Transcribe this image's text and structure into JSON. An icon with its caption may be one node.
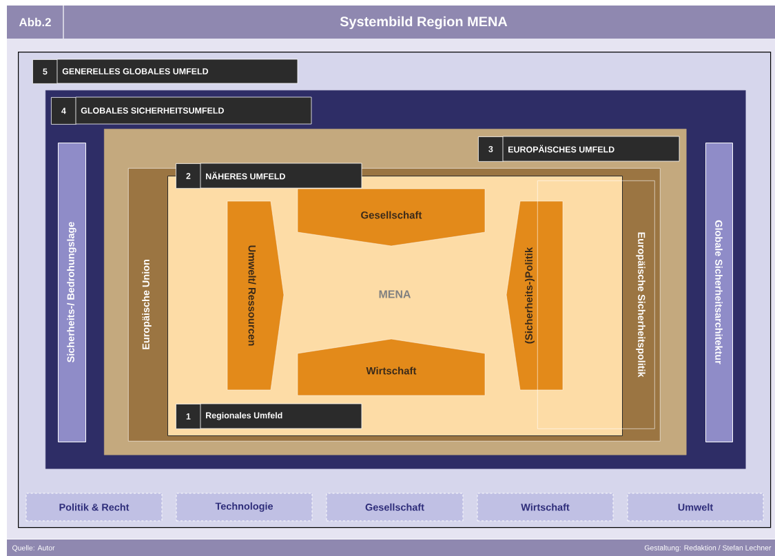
{
  "diagram": {
    "title": "Systembild Region MENA",
    "nodes": [
      {
        "text": [
          "5",
          "GENERELLES GLOBALES UMFELD"
        ]
      },
      {
        "text": [
          "4",
          "GLOBALES SICHERHEITSUMFELD"
        ],
        "in": 0
      },
      {
        "text": [
          "Sicherheits-/ Bedrohungslage"
        ],
        "in": 1
      },
      {
        "text": [
          "3",
          "EUROPÄISCHES UMFELD"
        ],
        "in": 1
      },
      {
        "text": [
          "Europäische Union"
        ],
        "in": 3
      },
      {
        "text": [
          "2",
          "NÄHERES UMFELD",
          "1",
          "Regionales Umfeld"
        ],
        "in": 4
      },
      {
        "text": [
          "Gesellschaft"
        ],
        "in": 5
      },
      {
        "text": [
          "Umwelt/ Ressourcen"
        ],
        "in": 5
      },
      {
        "text": [
          "(Sicherheits-)Politik"
        ],
        "in": 5
      },
      {
        "text": [
          "Wirtschaft"
        ],
        "in": 5
      },
      {
        "text": [
          "Europäische Sicherheitspolitik"
        ],
        "in": 4
      },
      {
        "text": [
          "Globale Sicherheitsarchitektur"
        ],
        "in": 1
      },
      {
        "text": [
          "Politik & Recht"
        ],
        "in": 0
      },
      {
        "text": [
          "Technologie"
        ],
        "in": 0
      },
      {
        "text": [
          "Gesellschaft"
        ],
        "in": 0
      },
      {
        "text": [
          "Wirtschaft"
        ],
        "in": 0
      },
      {
        "text": [
          "Umwelt"
        ],
        "in": 0
      }
    ],
    "labels": [
      "Abb.2",
      "MENA",
      "Quelle: Autor",
      "Gestaltung: Redaktion / Stefan Lechner"
    ]
  }
}
